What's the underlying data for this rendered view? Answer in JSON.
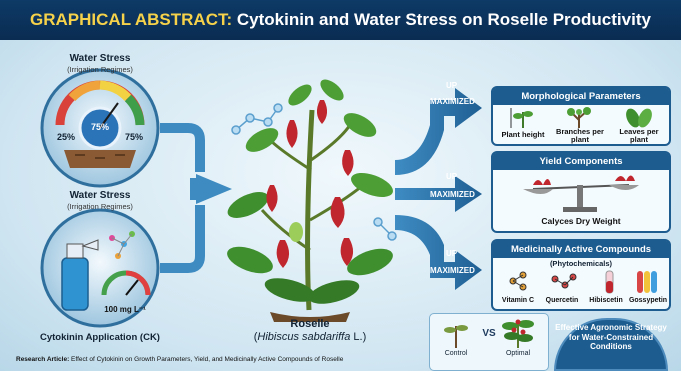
{
  "header": {
    "prefix": "GRAPHICAL ABSTRACT:",
    "title": "Cytokinin and Water Stress on Roselle Productivity"
  },
  "water_stress_top": {
    "title": "Water Stress",
    "subtitle": "(Irrigation Regimes)",
    "gauge_center": "75%",
    "gauge_left": "25%",
    "gauge_right": "75%"
  },
  "water_stress_bottom": {
    "title": "Water Stress",
    "subtitle": "(Irrigation Regimes)"
  },
  "cytokinin": {
    "dose": "100 mg L⁻¹",
    "label": "Cytokinin Application (CK)"
  },
  "plant": {
    "name": "Roselle",
    "scientific_open": "(",
    "scientific_italic": "Hibiscus sabdariffa",
    "scientific_close": " L.)"
  },
  "arrows": [
    {
      "up": "UP",
      "label": "MAXIMIZED"
    },
    {
      "up": "UP",
      "label": "MAXIMIZED"
    },
    {
      "up": "UP",
      "label": "MAXIMIZED"
    }
  ],
  "morph": {
    "title": "Morphological Parameters",
    "items": [
      "Plant height",
      "Branches per plant",
      "Leaves per plant"
    ]
  },
  "yield": {
    "title": "Yield Components",
    "caption": "Calyces Dry Weight"
  },
  "medicinal": {
    "title": "Medicinally Active Compounds",
    "subtitle": "(Phytochemicals)",
    "items": [
      "Vitamin C",
      "Quercetin",
      "Hibiscetin",
      "Gossypetin"
    ]
  },
  "comparison": {
    "left": "Control",
    "vs": "VS",
    "right": "Optimal"
  },
  "strategy": {
    "text": "Effective Agronomic Strategy for Water-Constrained Conditions"
  },
  "footer": {
    "label": "Research Article:",
    "text": "Effect of Cytokinin on Growth Parameters, Yield, and Medicinally Active Compounds of Roselle"
  },
  "colors": {
    "navy": "#0d3a66",
    "accent": "#f5d24a",
    "blue": "#1d5c8f",
    "calyx": "#c0262d",
    "leaf": "#3f8f2e"
  }
}
